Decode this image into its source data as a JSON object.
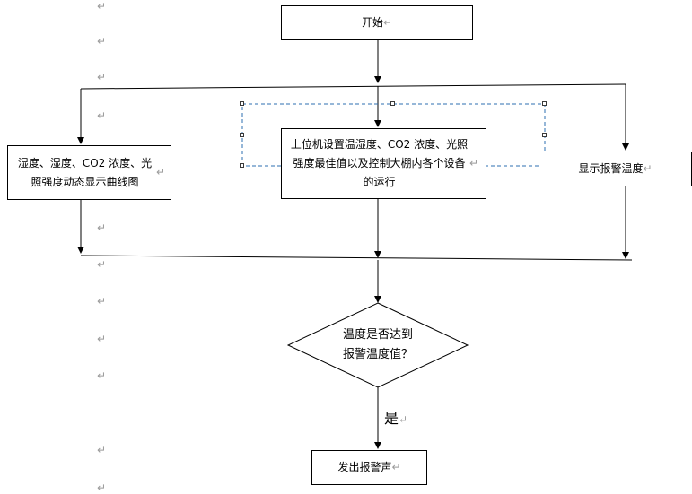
{
  "flowchart": {
    "nodes": {
      "start": "开始",
      "left": "湿度、湿度、CO2 浓度、光照强度动态显示曲线图",
      "center": "上位机设置温湿度、CO2 浓度、光照强度最佳值以及控制大棚内各个设备的运行",
      "right": "显示报警温度",
      "decision_line1": "温度是否达到",
      "decision_line2": "报警温度值？",
      "alarm": "发出报警声"
    },
    "edge_labels": {
      "yes": "是"
    },
    "return_mark": "↵"
  }
}
